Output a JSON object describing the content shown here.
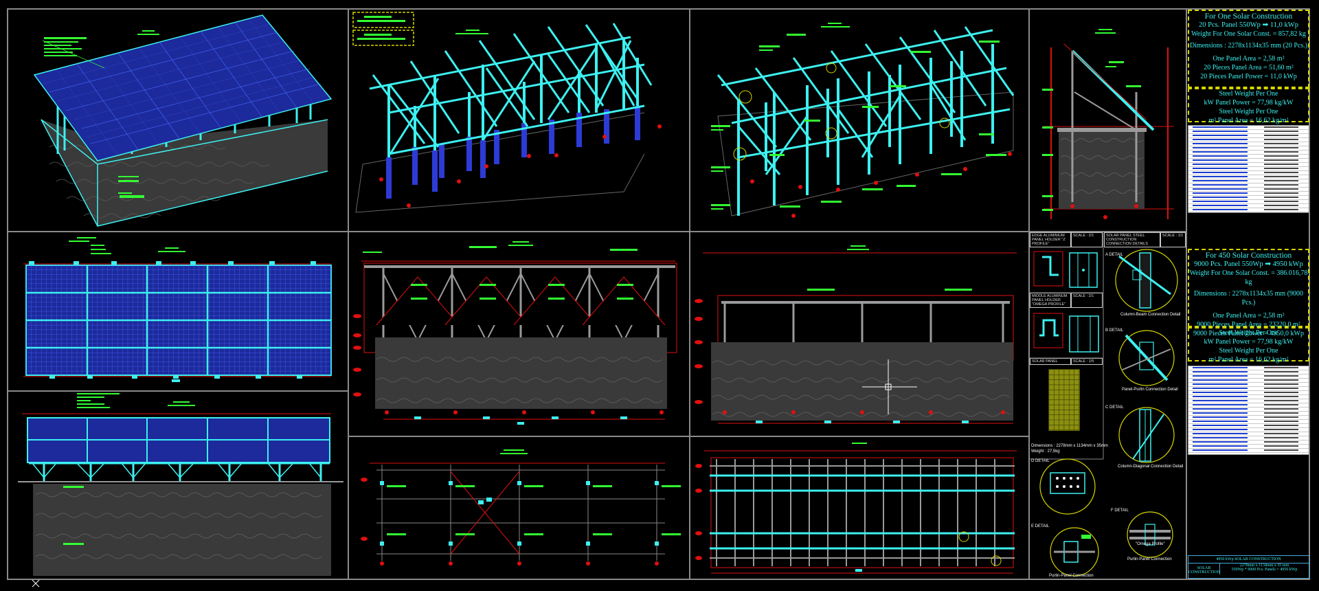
{
  "drawing": {
    "colors": {
      "frame": "#3df0f0",
      "panel": "#1c2a9c",
      "panel_grid": "#4a6cff",
      "dimension": "#e01010",
      "annotation": "#33ff33",
      "ground": "#4a4a4a",
      "border": "#8a8a8a",
      "highlight_box": "#d6d600"
    }
  },
  "info_top": {
    "title": "For One Solar Construction",
    "line1_left": "20 Pcs. Panel 550Wp",
    "line1_right": "11,0 kWp",
    "weight": "Weight For One Solar Const. = 857,82 kg",
    "dimensions": "Dimensions : 2278x1134x35 mm (20 Pcs.)",
    "area_one": "One Panel Area =     2,58 m²",
    "area_total": "20 Pieces Panel Area =  51,60 m²",
    "power_total": "20 Pieces Panel Power =  11,0 kWp",
    "steel1_a": "Steel Weight Per One",
    "steel1_b": "kW Panel Power =  77,98 kg/kW",
    "steel2_a": "Steel Weight Per One",
    "steel2_b": "m² Panel Area =  16,62 kg/m²"
  },
  "info_bottom": {
    "title": "For 450 Solar Construction",
    "line1_left": "9000 Pcs. Panel 550Wp",
    "line1_right": "4950 kWp",
    "weight": "Weight For One Solar Const. = 386.016,78 kg",
    "dimensions": "Dimensions : 2278x1134x35 mm (9000 Pcs.)",
    "area_one": "One Panel Area =     2,58 m²",
    "area_total": "9000 Pieces Panel Area =  23220,0 m²",
    "power_total": "9000 Pieces Panel Power =  4950,0 kWp",
    "steel1_a": "Steel Weight Per One",
    "steel1_b": "kW Panel Power =  77,98 kg/kW",
    "steel2_a": "Steel Weight Per One",
    "steel2_b": "m² Panel Area =  16,62 kg/m²"
  },
  "title_block": {
    "line1": "4950 kWp SOLAR CONSTRUCTION",
    "line2_label": "SOLAR CONSTRUCTION",
    "line2_a": "2278mm x 1134mm x 35 mm",
    "line2_b": "550Wp * 9000 Pcs. Panels = 4950 kWp"
  },
  "details": {
    "edge_profile": "EDGE ALUMINIUM PANEL HOLDER \"Z PROFILE\"",
    "scale_edge": "SCALE : 2/1",
    "steel_details": "SOLAR PANEL STEEL CONSTRUCTION CONNECTION DETAILS",
    "scale_steel": "SCALE : 1/1",
    "middle_profile": "MIDDLE ALUMINUM PANEL HOLDER \"OMEGA PROFILE\"",
    "scale_middle": "SCALE : 2/1",
    "solar_panel": "SOLAR PANEL",
    "scale_panel": "SCALE : 1/5",
    "panel_dims": "Dimensions : 2278mm x 1134mm x 35mm",
    "panel_weight": "Weight      : 27,5kg",
    "a_detail": "A DETAIL",
    "a_caption": "Column-Beam Connection Detail",
    "b_detail": "B DETAIL",
    "b_caption": "Panel-Purlin Connection Detail",
    "c_detail": "C DETAIL",
    "c_caption": "Column-Diagonal Connection Detail",
    "d_detail": "D DETAIL",
    "e_detail": "E DETAIL",
    "e_caption": "Purlin-Panel Connection",
    "f_detail": "F DETAIL",
    "f_caption": "Purlin-Panel Connection",
    "omega_label": "\"Omega Profile\""
  }
}
